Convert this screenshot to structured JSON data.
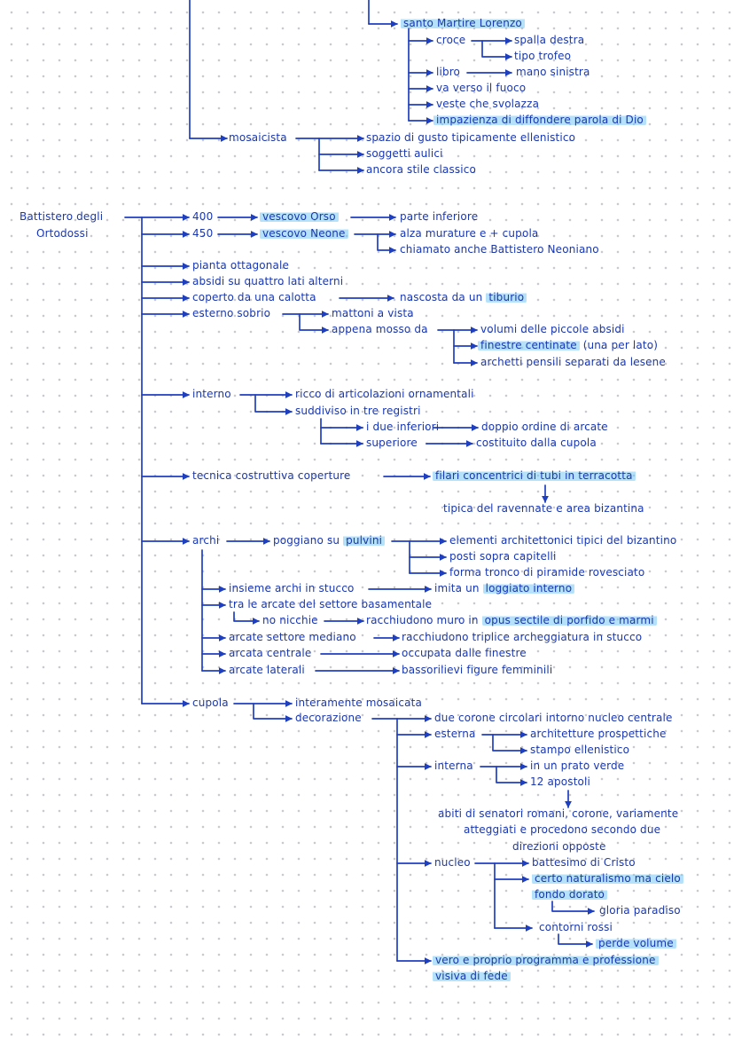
{
  "colors": {
    "ink": "#1a38b0",
    "line": "#1e3fc0",
    "highlight": "#9fd8f5",
    "dots": "#c9c9cf"
  },
  "nodes": {
    "n1": "santo Martire Lorenzo",
    "n2": "croce",
    "n3": "spalla destra",
    "n4": "tipo trofeo",
    "n5": "libro",
    "n6": "mano sinistra",
    "n7": "va verso il fuoco",
    "n8": "veste che svolazza",
    "n9": "impazienza di diffondere parola di Dio",
    "n10": "mosaicista",
    "n11": "spazio di gusto tipicamente ellenistico",
    "n12": "soggetti aulici",
    "n13": "ancora stile classico",
    "n14a": "Battistero degli",
    "n14b": "Ortodossi",
    "n15": "400",
    "n16": "vescovo Orso",
    "n17": "parte inferiore",
    "n18": "450",
    "n19": "vescovo Neone",
    "n20": "alza murature e + cupola",
    "n21": "chiamato anche Battistero Neoniano",
    "n22": "pianta ottagonale",
    "n23": "absidi su quattro lati alterni",
    "n24": "coperto da una calotta",
    "n25a": "nascosta da un",
    "n25b": "tiburio",
    "n26": "esterno sobrio",
    "n27": "mattoni a vista",
    "n28": "appena mosso da",
    "n29": "volumi delle piccole absidi",
    "n30a": "finestre centinate",
    "n30b": "(una per lato)",
    "n31": "archetti pensili separati da lesene",
    "n32": "interno",
    "n33": "ricco di articolazioni ornamentali",
    "n34": "suddiviso in tre registri",
    "n35": "i due inferiori",
    "n36": "doppio ordine di arcate",
    "n37": "superiore",
    "n38": "costituito dalla cupola",
    "n39": "tecnica costruttiva coperture",
    "n40": "filari concentrici di tubi in terracotta",
    "n41": "tipica del ravennate e area bizantina",
    "n42": "archi",
    "n43a": "poggiano su",
    "n43b": "pulvini",
    "n44": "elementi architettonici tipici del bizantino",
    "n45": "posti sopra capitelli",
    "n46": "forma tronco di piramide rovesciato",
    "n47": "insieme archi in stucco",
    "n48a": "imita un",
    "n48b": "loggiato interno",
    "n49": "tra le arcate del settore basamentale",
    "n50": "no nicchie",
    "n51a": "racchiudono muro in",
    "n51b": "opus sectile di porfido e marmi",
    "n52": "arcate settore mediano",
    "n53": "racchiudono triplice archeggiatura in stucco",
    "n54": "arcata centrale",
    "n55": "occupata dalle finestre",
    "n56": "arcate laterali",
    "n57": "bassorilievi figure femminili",
    "n58": "cupola",
    "n59": "interamente mosaicata",
    "n60": "decorazione",
    "n61": "due corone circolari intorno nucleo centrale",
    "n62": "esterna",
    "n63": "architetture prospettiche",
    "n64": "stampo ellenistico",
    "n65": "interna",
    "n66": "in un prato verde",
    "n67": "12 apostoli",
    "n68a": "abiti di senatori romani, corone, variamente",
    "n68b": "atteggiati e procedono secondo due",
    "n68c": "direzioni opposte",
    "n69": "nucleo",
    "n70": "battesimo di Cristo",
    "n71a": "certo naturalismo ma cielo",
    "n71b": "fondo dorato",
    "n72": "gloria paradiso",
    "n73": "contorni rossi",
    "n74": "perde volume",
    "n75a": "vero e proprio programma e professione",
    "n75b": "visiva di fede"
  }
}
